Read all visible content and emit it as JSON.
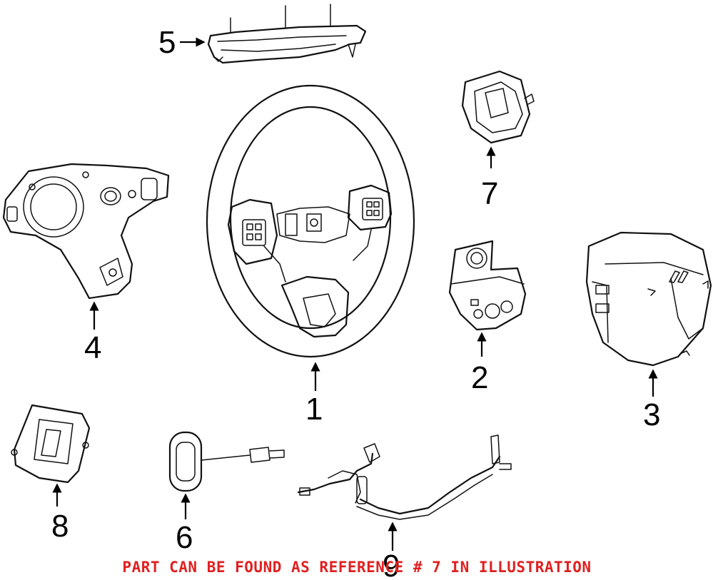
{
  "diagram": {
    "callouts": [
      {
        "id": "1",
        "label": "1"
      },
      {
        "id": "2",
        "label": "2"
      },
      {
        "id": "3",
        "label": "3"
      },
      {
        "id": "4",
        "label": "4"
      },
      {
        "id": "5",
        "label": "5"
      },
      {
        "id": "6",
        "label": "6"
      },
      {
        "id": "7",
        "label": "7"
      },
      {
        "id": "8",
        "label": "8"
      },
      {
        "id": "9",
        "label": "9"
      }
    ],
    "footer_note": "PART CAN BE FOUND AS REFERENCE # 7 IN ILLUSTRATION",
    "colors": {
      "line": "#111111",
      "note": "#e02020",
      "background": "#ffffff"
    }
  }
}
